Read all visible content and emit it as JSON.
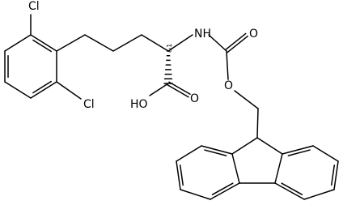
{
  "molecule": {
    "atom_labels": {
      "cl_top": "Cl",
      "cl_bottom": "Cl",
      "nh": "NH",
      "o_carbamate": "O",
      "o_ester": "O",
      "oh": "HO",
      "o_acid": "O"
    },
    "stereo_label": "&1",
    "colors": {
      "bond": "#000000",
      "background": "#ffffff"
    }
  }
}
